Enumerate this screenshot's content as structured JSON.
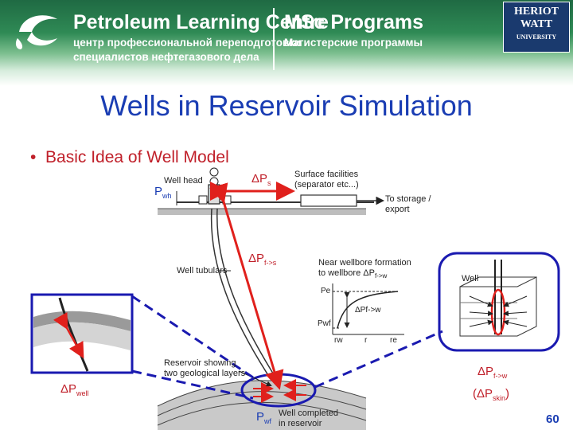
{
  "header": {
    "org_title": "Petroleum Learning Centre",
    "org_sub1": "центр профессиональной переподготовки",
    "org_sub2": "специалистов нефтегазового дела",
    "prog_title": "MSc Programs",
    "prog_sub": "Магистерские программы",
    "hw_line1": "HERIOT",
    "hw_line2": "WATT",
    "hw_line3": "UNIVERSITY"
  },
  "slide": {
    "title": "Wells in Reservoir Simulation",
    "bullet": "Basic Idea of Well Model",
    "page_number": "60"
  },
  "diagram": {
    "well_head": "Well head",
    "surface_1": "Surface facilities",
    "surface_2": "(separator etc...)",
    "storage_1": "To storage /",
    "storage_2": "export",
    "tubulars": "Well tubulars",
    "near_1": "Near wellbore formation",
    "near_2": "to wellbore ΔP",
    "near_2_sub": "f->w",
    "well_label": "Well",
    "reservoir_1": "Reservoir showing",
    "reservoir_2": "two geological layers",
    "completed_1": "Well completed",
    "completed_2": "in reservoir",
    "graph_pe": "Pe",
    "graph_pwf": "Pwf",
    "graph_dp": "ΔPf->w",
    "graph_rw": "rw",
    "graph_r": "r",
    "graph_re": "re",
    "dp_s_main": "ΔP",
    "dp_s_sub": "s",
    "pwh_main": "P",
    "pwh_sub": "wh",
    "dp_fs_main": "ΔP",
    "dp_fs_sub": "f->s",
    "dp_well_main": "ΔP",
    "dp_well_sub": "well",
    "pwf_main": "P",
    "pwf_sub": "wf",
    "dp_fw_main": "ΔP",
    "dp_fw_sub": "f->w",
    "dp_skin_open": "(ΔP",
    "dp_skin_sub": "skin",
    "dp_skin_close": ")"
  },
  "colors": {
    "title_blue": "#1a3db3",
    "bullet_red": "#c0202a",
    "arrow_red": "#e0201c",
    "dash_blue": "#1a1ab0"
  }
}
